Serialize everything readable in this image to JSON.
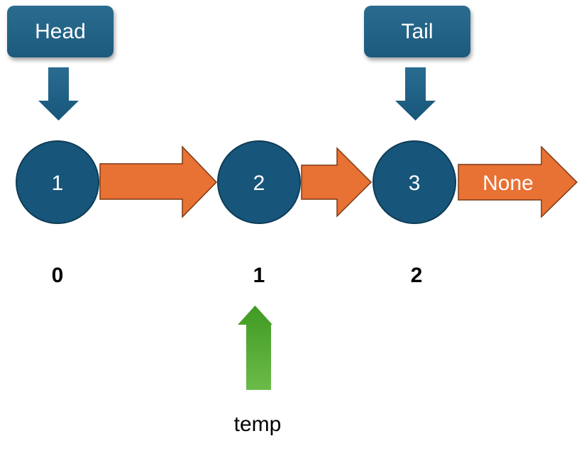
{
  "labels": {
    "head": "Head",
    "tail": "Tail",
    "temp": "temp"
  },
  "nodes": [
    {
      "value": "1",
      "index": "0"
    },
    {
      "value": "2",
      "index": "1"
    },
    {
      "value": "3",
      "index": "2"
    }
  ],
  "terminator": "None",
  "colors": {
    "node_fill": "#17567a",
    "node_stroke": "#0f3c56",
    "pointer_fill": "#e87134",
    "pointer_stroke": "#7a3a14",
    "label_box": "#1f5f83",
    "down_arrow": "#1f5f83",
    "temp_arrow": "#4ea72e"
  }
}
